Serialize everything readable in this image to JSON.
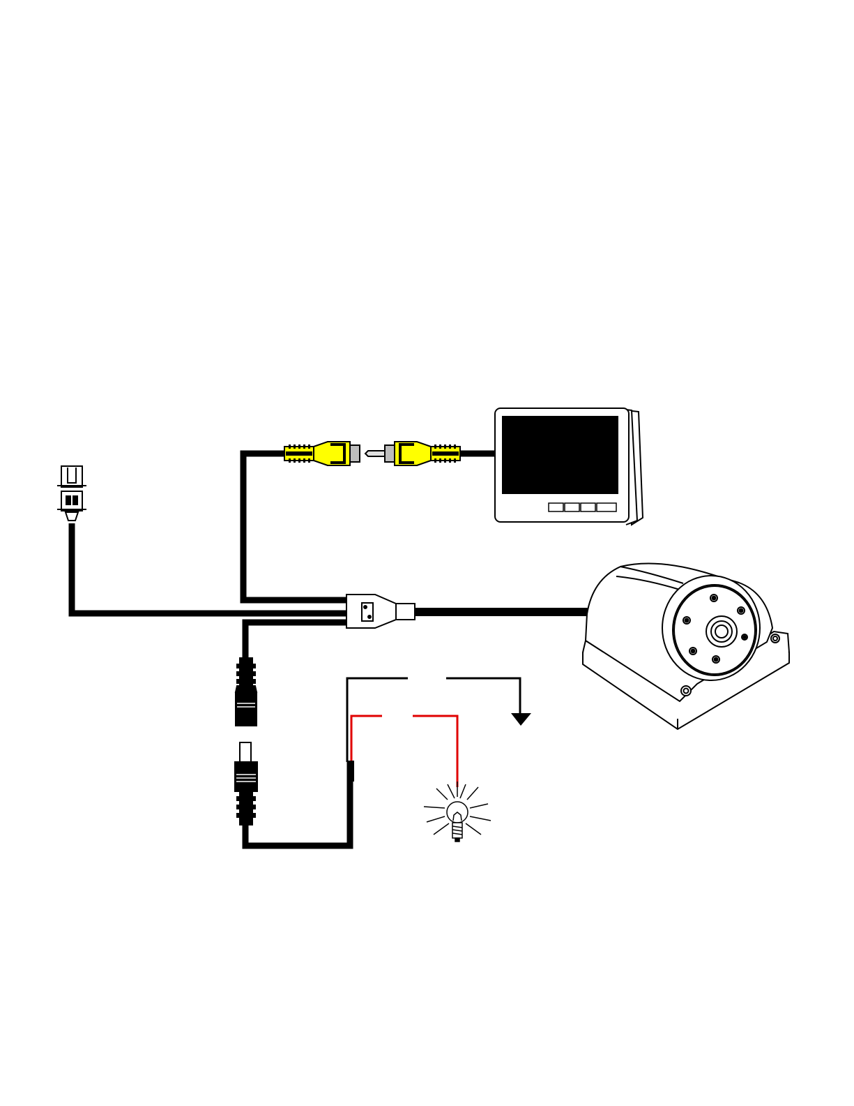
{
  "diagram": {
    "components": [
      {
        "id": "camera",
        "icon": "side-mount-camera-icon"
      },
      {
        "id": "monitor",
        "icon": "monitor-icon"
      },
      {
        "id": "rca-video-connector",
        "icon": "rca-plug-icon"
      },
      {
        "id": "power-dc-connector",
        "icon": "dc-plug-icon"
      },
      {
        "id": "two-pin-connector",
        "icon": "two-pin-plug-icon"
      },
      {
        "id": "junction-splitter",
        "icon": "splitter-icon"
      },
      {
        "id": "ground",
        "icon": "ground-arrow-icon"
      },
      {
        "id": "reverse-light",
        "icon": "light-bulb-icon"
      }
    ],
    "colors": {
      "cable": "#000000",
      "rca_yellow": "#ffff00",
      "positive_wire": "#e00000",
      "screen": "#000000",
      "camera_body": "#ffffff"
    }
  }
}
